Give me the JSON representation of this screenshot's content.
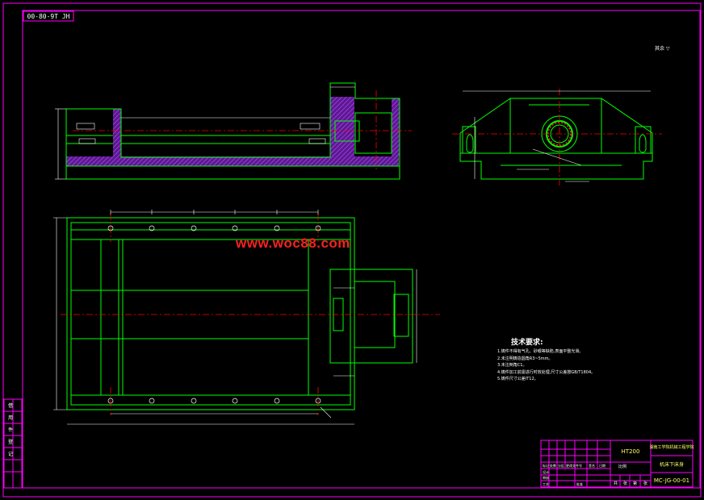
{
  "drawing": {
    "drawing_number_rotated": "00-80-9T JH",
    "top_right_note": "其余 ▽",
    "watermark": "www.woc88.com",
    "colors": {
      "border": "#ff00ff",
      "outline": "#00ff00",
      "centerline": "#ff0000",
      "dimension": "#ffffff",
      "hatch": "#9b30ff",
      "watermark": "#ff2020"
    }
  },
  "technical_requirements": {
    "title": "技术要求:",
    "items": [
      "1.铸件不得有气孔、砂眼等缺陷,表面平整光滑。",
      "2.未注明铸造圆角R3~5mm。",
      "3.未注倒角C1。",
      "4.铸件加工前需进行时效处理,尺寸公差按GB/T1804。",
      "5.铸件尺寸公差IT12。"
    ]
  },
  "title_block": {
    "material": "HT200",
    "school": "湖南工学院机械工程学院",
    "part_name": "机床下床身",
    "drawing_number": "MC-JG-00-01",
    "scale_label": "比例",
    "sheet_labels": [
      "共",
      "张",
      "第",
      "张"
    ],
    "row_labels": [
      "标记",
      "处数",
      "分区",
      "更改文件号",
      "签名",
      "日期"
    ],
    "role_labels": [
      "设计",
      "审核",
      "工艺",
      "批准"
    ]
  },
  "left_strip_labels": [
    "借",
    "用",
    "件",
    "登",
    "记"
  ]
}
